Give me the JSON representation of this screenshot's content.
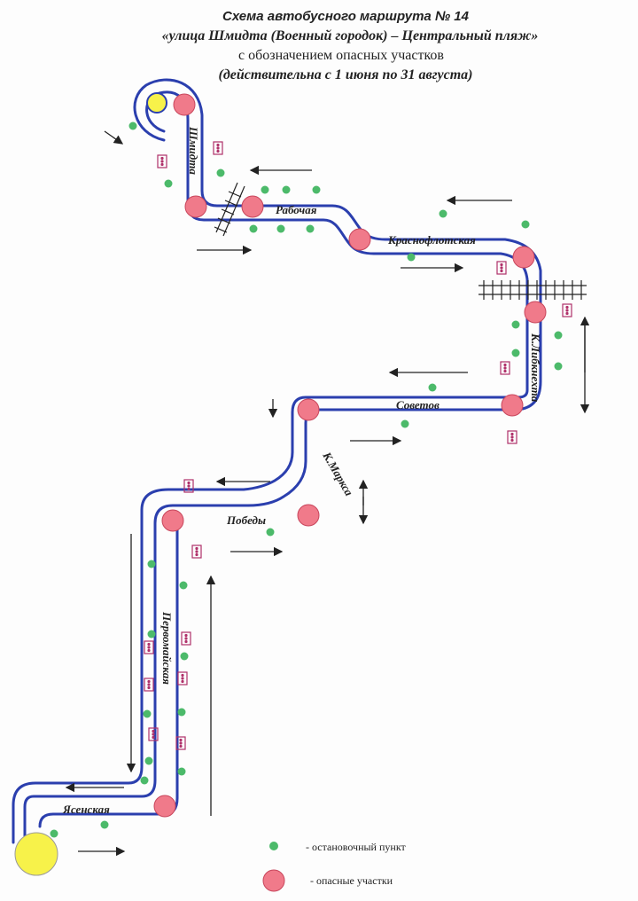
{
  "title": {
    "line1": "Схема автобусного маршрута № 14",
    "line2": "«улица Шмидта (Военный городок)  – Центральный пляж»",
    "line3": "с обозначением опасных участков",
    "line4": "(действительна с 1 июня  по 31 августа)"
  },
  "streets": {
    "shmidta": "Шмидта",
    "rabochaya": "Рабочая",
    "krasnoflotskaya": "Краснофлотская",
    "liebknecht": "К.Либкнехта",
    "sovetov": "Советов",
    "marksa": "К.Маркса",
    "pobedy": "Победы",
    "pervomayskaya": "Первомайская",
    "yasenskaya": "Ясенская"
  },
  "legend": {
    "stop": "- остановочный пункт",
    "danger": "- опасные участки"
  },
  "colors": {
    "route": "#2b3fae",
    "stop": "#4cba6a",
    "danger": "#f07a8a",
    "terminal": "#f7f24a",
    "ink": "#222222"
  },
  "icons": {
    "stop": "stop-icon",
    "danger": "danger-icon",
    "traffic_light": "traffic-light-icon",
    "railway": "railway-crossing-icon",
    "arrow": "traffic-direction-arrow"
  }
}
